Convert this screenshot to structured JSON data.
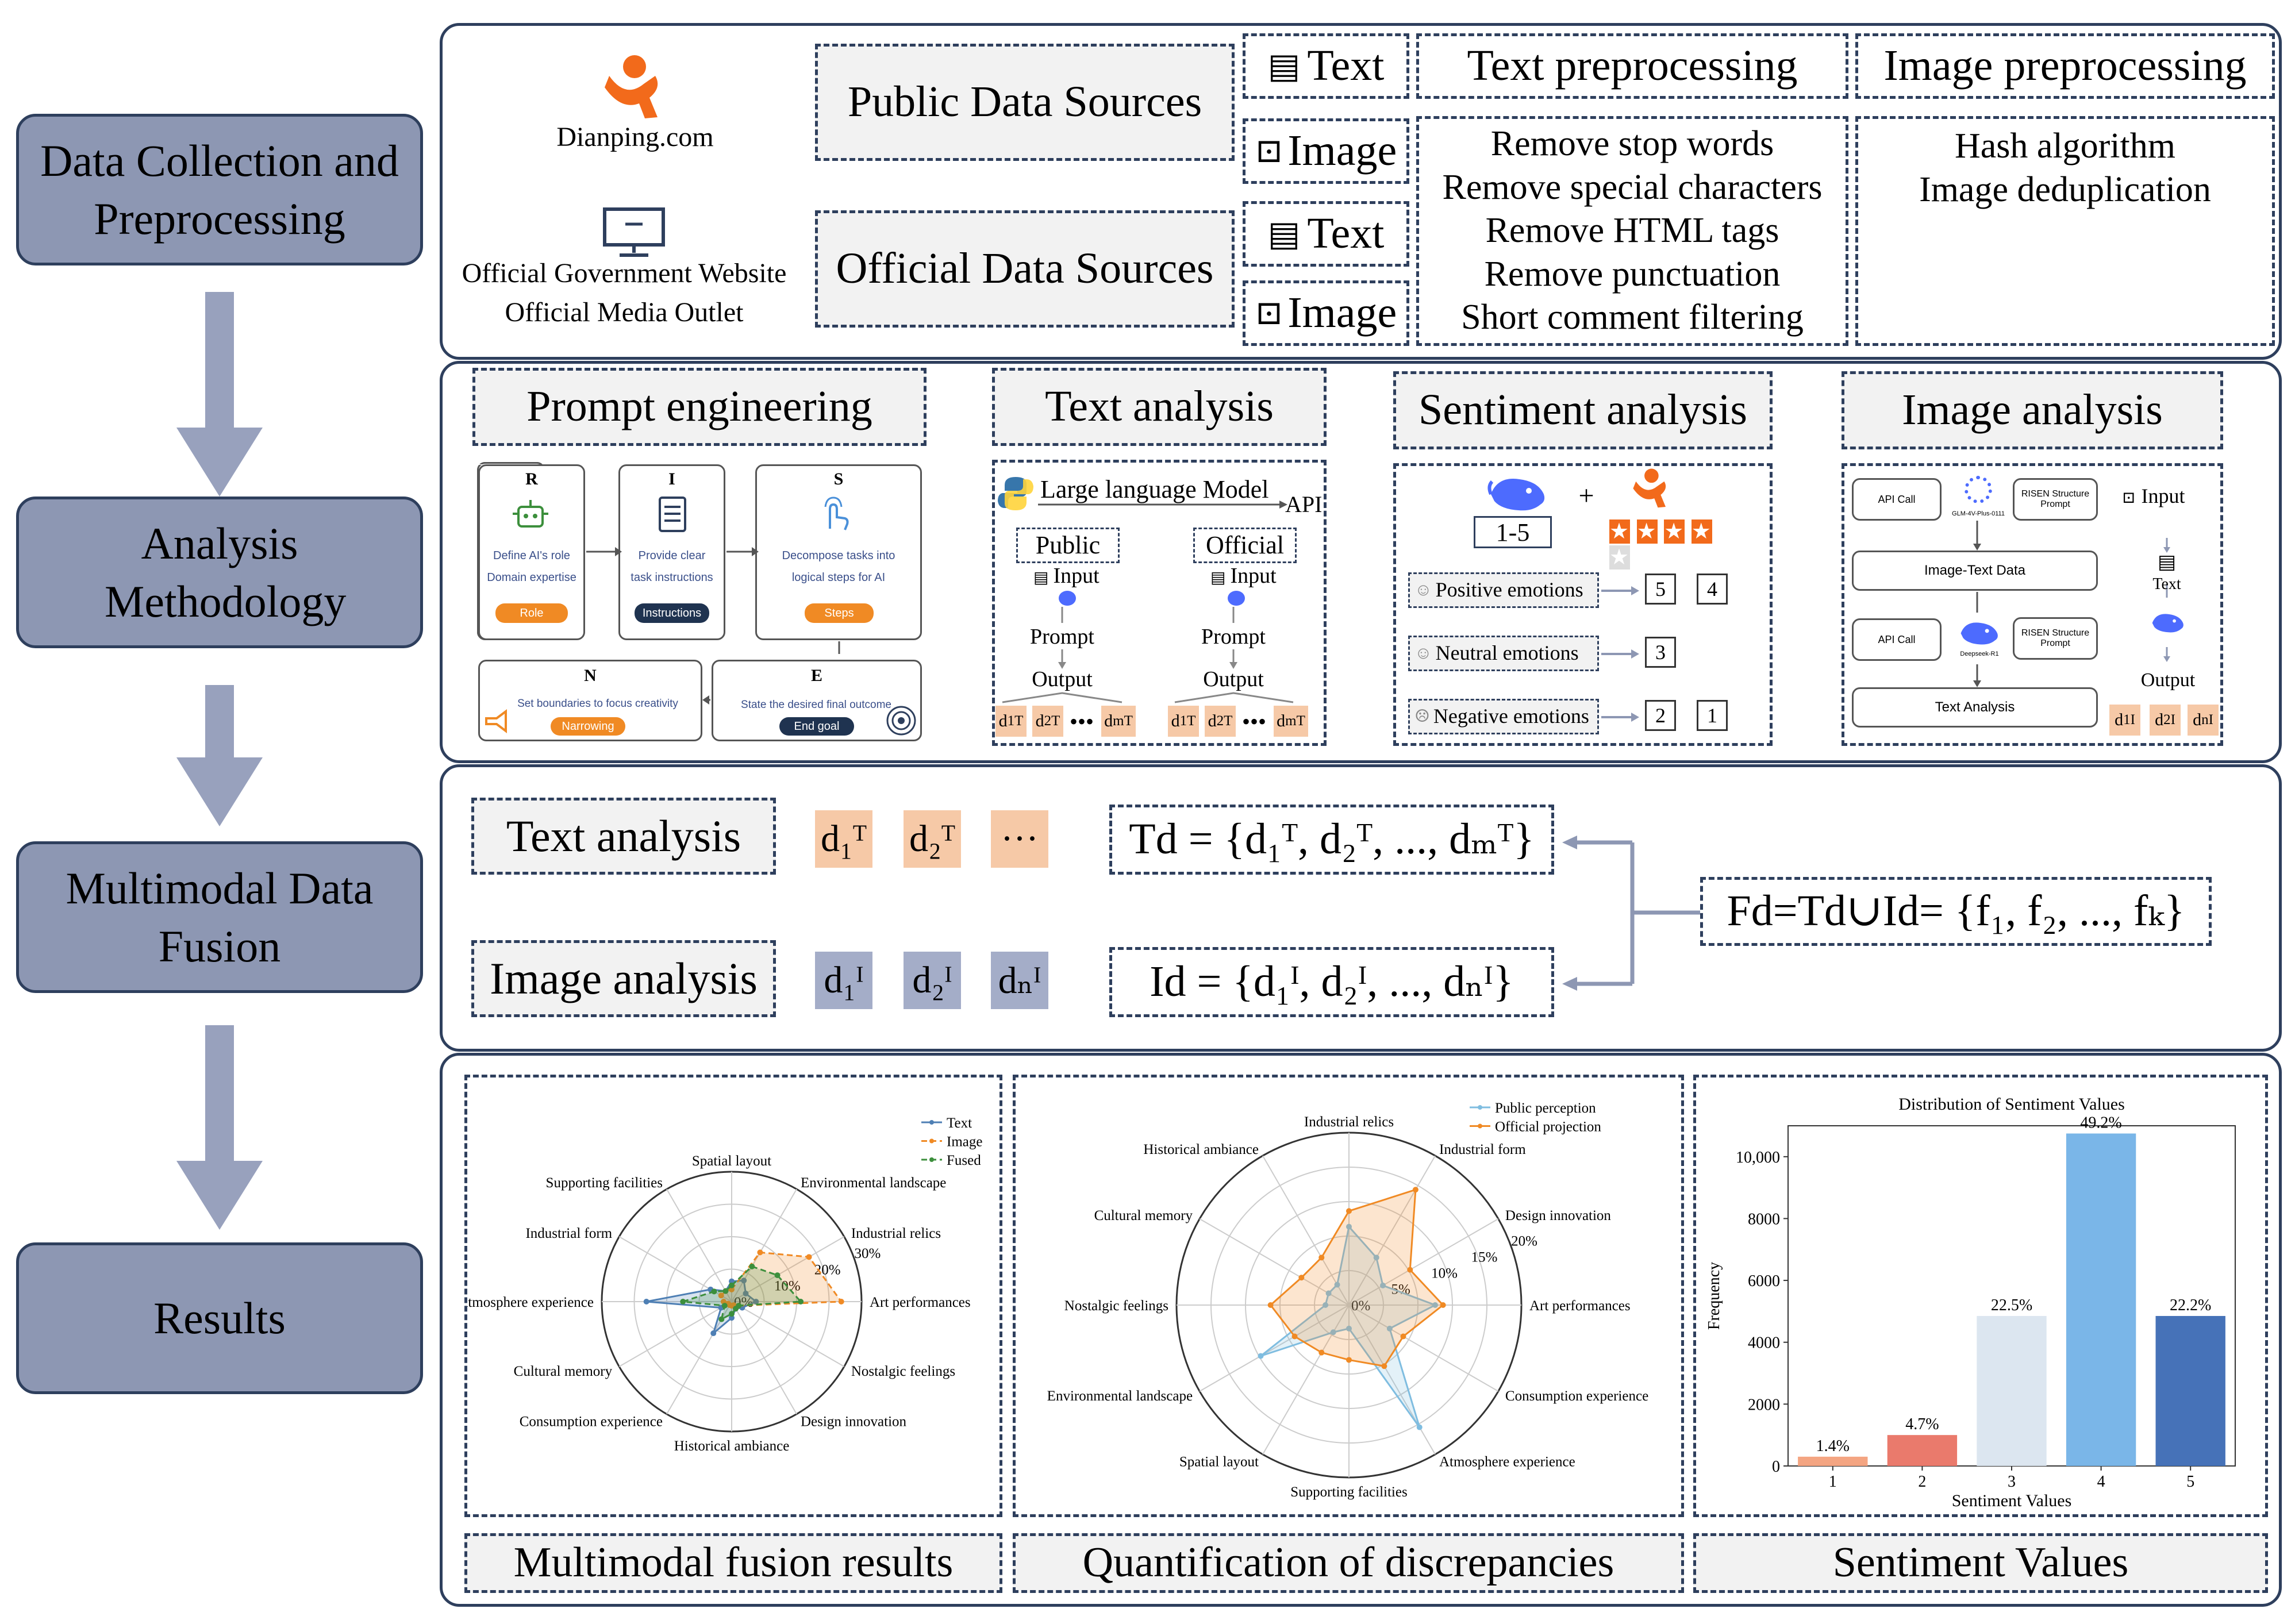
{
  "stages": [
    "Data Collection and Preprocessing",
    "Analysis Methodology",
    "Multimodal Data Fusion",
    "Results"
  ],
  "collection": {
    "dianping": "Dianping.com",
    "gov_line1": "Official Government Website",
    "gov_line2": "Official Media Outlet",
    "public_sources": "Public Data Sources",
    "official_sources": "Official Data Sources",
    "text": "Text",
    "image": "Image",
    "text_pre_title": "Text preprocessing",
    "image_pre_title": "Image preprocessing",
    "text_steps": [
      "Remove stop words",
      "Remove special characters",
      "Remove HTML tags",
      "Remove punctuation",
      "Short comment filtering"
    ],
    "image_steps": [
      "Hash algorithm",
      "Image deduplication"
    ]
  },
  "analysis": {
    "prompt_title": "Prompt engineering",
    "text_title": "Text analysis",
    "sentiment_title": "Sentiment analysis",
    "image_title": "Image analysis",
    "risen": [
      {
        "letter": "R",
        "line1": "Define AI's role",
        "line2": "Domain expertise",
        "pill": "Role"
      },
      {
        "letter": "I",
        "line1": "Provide clear",
        "line2": "task instructions",
        "pill": "Instructions"
      },
      {
        "letter": "S",
        "line1": "Decompose tasks into",
        "line2": "logical steps for AI",
        "pill": "Steps"
      },
      {
        "letter": "N",
        "line1": "Set boundaries to focus creativity",
        "line2": "",
        "pill": "Narrowing"
      },
      {
        "letter": "E",
        "line1": "State the desired final outcome",
        "line2": "",
        "pill": "End goal"
      }
    ],
    "llm": "Large language Model",
    "api": "API",
    "public": "Public",
    "official": "Official",
    "input": "Input",
    "prompt": "Prompt",
    "output": "Output",
    "scale": "1-5",
    "plus": "+",
    "positive": "Positive emotions",
    "neutral": "Neutral emotions",
    "negative": "Negative emotions",
    "pos_vals": [
      "5",
      "4"
    ],
    "neu_vals": [
      "3"
    ],
    "neg_vals": [
      "2",
      "1"
    ],
    "api_call": "API Call",
    "glm": "GLM-4V-Plus-0111",
    "risen_prompt_l1": "RISEN Structure",
    "risen_prompt_l2": "Prompt",
    "image_text_data": "Image-Text Data",
    "deepseek": "Deepseek-R1",
    "text_analysis_box": "Text Analysis",
    "text_label": "Text",
    "ellipsis": "..."
  },
  "fusion": {
    "text_label": "Text analysis",
    "image_label": "Image analysis",
    "td": "Td = {d₁ᵀ, d₂ᵀ, ..., dₘᵀ}",
    "id": "Id = {d₁ᴵ, d₂ᴵ, ..., dₙᴵ}",
    "fd": "Fd=Td∪Id= {f₁, f₂, ..., fₖ}",
    "text_tokens": [
      "d₁ᵀ",
      "d₂ᵀ",
      "···"
    ],
    "image_tokens": [
      "d₁ᴵ",
      "d₂ᴵ",
      "dₙᴵ"
    ]
  },
  "results": {
    "caption1": "Multimodal fusion results",
    "caption2": "Quantification of discrepancies",
    "caption3": "Sentiment Values"
  },
  "colors": {
    "stage_fill": "#8d97b3",
    "border": "#2e3f5d",
    "peach": "#f6c9a7",
    "orange": "#f08a24",
    "deepseek": "#4d6bfe"
  },
  "chart_data": [
    {
      "type": "radar",
      "axes": [
        "Spatial layout",
        "Environmental landscape",
        "Industrial relics",
        "Art performances",
        "Nostalgic feelings",
        "Design innovation",
        "Historical ambiance",
        "Consumption experience",
        "Cultural memory",
        "Atmosphere experience",
        "Industrial form",
        "Supporting facilities"
      ],
      "rticks": [
        "0%",
        "10%",
        "20%",
        "30%"
      ],
      "rmax": 32,
      "legend_position": "top-right",
      "series": [
        {
          "name": "Text",
          "color": "#4e7fb4",
          "values": [
            5,
            6,
            4,
            6,
            3,
            2,
            4,
            9,
            3,
            21,
            6,
            3
          ]
        },
        {
          "name": "Image",
          "color": "#f08a24",
          "values": [
            3,
            14,
            22,
            27,
            2,
            1,
            1,
            1,
            1,
            2,
            3,
            3
          ]
        },
        {
          "name": "Fused",
          "color": "#3c8f3c",
          "values": [
            4,
            10,
            13,
            17,
            2,
            2,
            3,
            5,
            2,
            12,
            5,
            3
          ]
        }
      ]
    },
    {
      "type": "radar",
      "axes": [
        "Industrial relics",
        "Industrial form",
        "Design innovation",
        "Art performances",
        "Consumption experience",
        "Atmosphere experience",
        "Supporting facilities",
        "Spatial layout",
        "Environmental landscape",
        "Nostalgic feelings",
        "Cultural memory",
        "Historical ambiance"
      ],
      "rticks": [
        "0%",
        "5%",
        "10%",
        "15%",
        "20%"
      ],
      "rmax": 22,
      "legend_position": "top-right",
      "series": [
        {
          "name": "Public perception",
          "color": "#7fbde0",
          "values": [
            10,
            7,
            5,
            11,
            6,
            18,
            3,
            4,
            13,
            3,
            3,
            3
          ]
        },
        {
          "name": "Official projection",
          "color": "#f08a24",
          "values": [
            12,
            17,
            9,
            12,
            8,
            9,
            7,
            7,
            8,
            10,
            7,
            7
          ]
        }
      ]
    },
    {
      "type": "bar",
      "title": "Distribution of Sentiment Values",
      "xlabel": "Sentiment Values",
      "ylabel": "Frequency",
      "categories": [
        "1",
        "2",
        "3",
        "4",
        "5"
      ],
      "values": [
        300,
        1000,
        4850,
        10750,
        4850
      ],
      "labels": [
        "1.4%",
        "4.7%",
        "22.5%",
        "49.2%",
        "22.2%"
      ],
      "colors": [
        "#f4a582",
        "#ea7a6c",
        "#dce6f0",
        "#7ab6e8",
        "#4672b8"
      ],
      "yticks": [
        "0",
        "2000",
        "4000",
        "6000",
        "8000",
        "10,000"
      ],
      "ylim": [
        0,
        11000
      ]
    }
  ]
}
